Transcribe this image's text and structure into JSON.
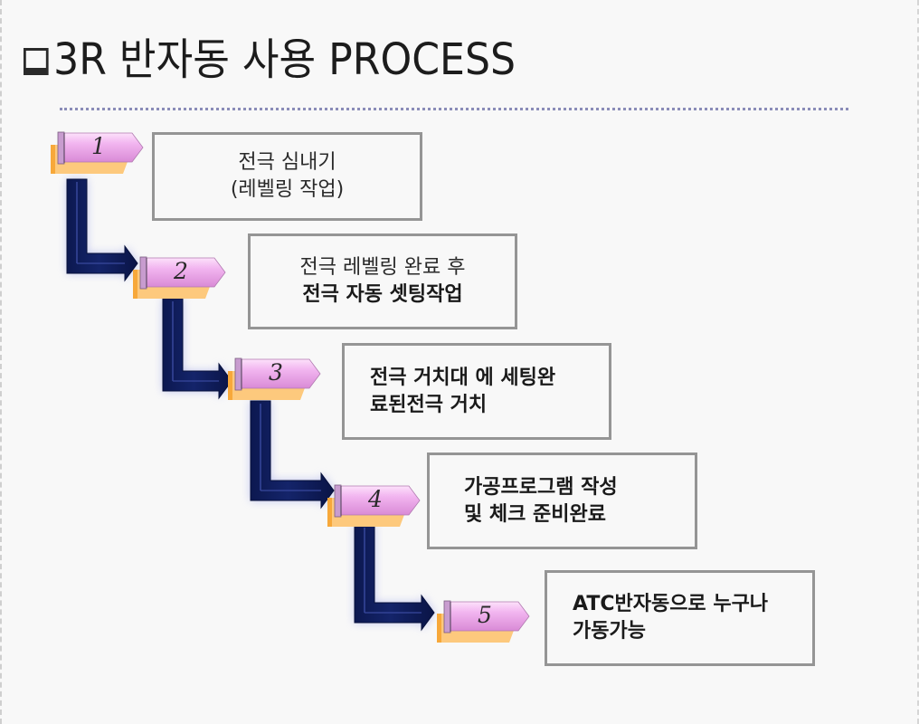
{
  "title": {
    "bullet_icon": "hollow-square-bullet",
    "text": "3R 반자동 사용 PROCESS"
  },
  "colors": {
    "background": "#f8f8f8",
    "tag_fill": "#f2b6f0",
    "tag_shadow": "#fdc97d",
    "arrow": "#14246a",
    "box_border": "#959595",
    "divider": "#8a8cb8"
  },
  "steps": [
    {
      "number": "1",
      "lines": [
        {
          "text": "전극 심내기",
          "weight": "light"
        },
        {
          "text": "(레벨링 작업)",
          "weight": "light"
        }
      ]
    },
    {
      "number": "2",
      "lines": [
        {
          "text": "전극 레벨링  완료 후",
          "weight": "light"
        },
        {
          "text": "전극 자동 셋팅작업",
          "weight": "bold"
        }
      ]
    },
    {
      "number": "3",
      "lines": [
        {
          "text": "전극 거치대 에 세팅완",
          "weight": "bold"
        },
        {
          "text": "료된전극  거치",
          "weight": "bold"
        }
      ]
    },
    {
      "number": "4",
      "lines": [
        {
          "text": "가공프로그램 작성",
          "weight": "bold"
        },
        {
          "text": "및 체크  준비완료",
          "weight": "bold"
        }
      ]
    },
    {
      "number": "5",
      "lines": [
        {
          "text": "ATC반자동으로 누구나",
          "weight": "bold"
        },
        {
          "text": "가동가능",
          "weight": "bold"
        }
      ]
    }
  ]
}
